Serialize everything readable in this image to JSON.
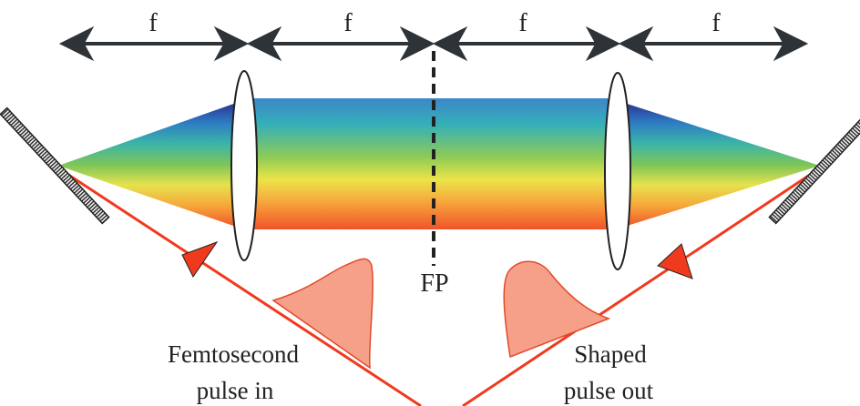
{
  "labels": {
    "f_segments": [
      "f",
      "f",
      "f",
      "f"
    ],
    "focal_plane": "FP",
    "input_line1": "Femtosecond",
    "input_line2": "pulse in",
    "output_line1": "Shaped",
    "output_line2": "pulse out"
  },
  "colors": {
    "beam": "#f03a1e",
    "pulse_fill": "#f6a08a",
    "arrow_dark": "#2e3338",
    "spectrum": [
      "#2b2f8f",
      "#2e7ec4",
      "#3bb4a8",
      "#7dc558",
      "#e6e24d",
      "#f6a93a",
      "#f0532a"
    ]
  },
  "components": {
    "grating_left": "grating",
    "grating_right": "grating",
    "lens_left": "lens",
    "lens_right": "lens"
  }
}
